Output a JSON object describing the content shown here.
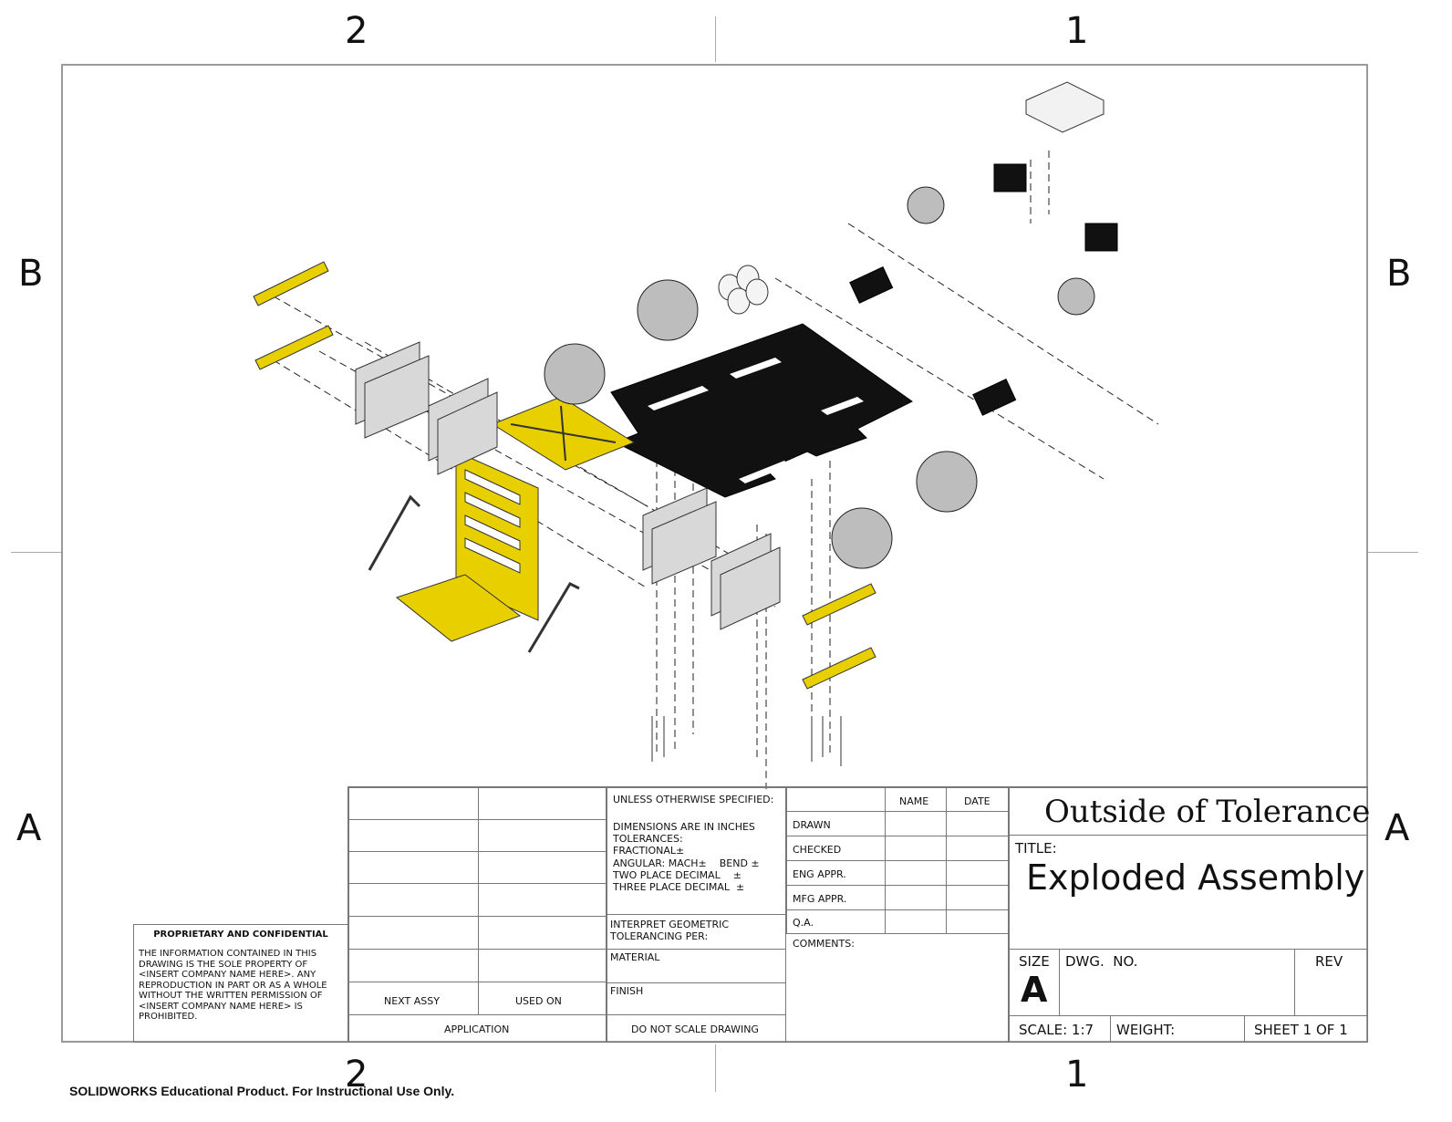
{
  "zones": {
    "top": [
      "2",
      "1"
    ],
    "bottom": [
      "2",
      "1"
    ],
    "left": [
      "B",
      "A"
    ],
    "right": [
      "B",
      "A"
    ]
  },
  "proprietary": {
    "title": "PROPRIETARY AND CONFIDENTIAL",
    "text": "THE INFORMATION CONTAINED IN THIS DRAWING IS THE SOLE PROPERTY OF <INSERT COMPANY NAME HERE>.  ANY REPRODUCTION IN PART OR AS A WHOLE WITHOUT THE WRITTEN PERMISSION OF <INSERT COMPANY NAME HERE> IS PROHIBITED."
  },
  "application": {
    "next_assy": "NEXT ASSY",
    "used_on": "USED ON",
    "label": "APPLICATION"
  },
  "specs": {
    "unless": "UNLESS OTHERWISE SPECIFIED:",
    "dimensions": "DIMENSIONS ARE IN INCHES",
    "tolerances": "TOLERANCES:",
    "fractional": "FRACTIONAL±",
    "angular": "ANGULAR: MACH±    BEND ±",
    "two_place": "TWO PLACE DECIMAL    ±",
    "three_place": "THREE PLACE DECIMAL  ±",
    "interpret": "INTERPRET GEOMETRIC TOLERANCING PER:",
    "material": "MATERIAL",
    "finish": "FINISH",
    "do_not_scale": "DO NOT SCALE DRAWING"
  },
  "signoff": {
    "name": "NAME",
    "date": "DATE",
    "rows": [
      "DRAWN",
      "CHECKED",
      "ENG APPR.",
      "MFG APPR.",
      "Q.A."
    ],
    "comments": "COMMENTS:"
  },
  "title_block": {
    "company": "Outside of Tolerance",
    "title_label": "TITLE:",
    "title": "Exploded Assembly",
    "size_label": "SIZE",
    "size": "A",
    "dwg_no": "DWG.  NO.",
    "rev": "REV",
    "scale": "SCALE: 1:7",
    "weight": "WEIGHT:",
    "sheet": "SHEET 1 OF 1"
  },
  "watermark": "SOLIDWORKS Educational Product. For Instructional Use Only.",
  "colors": {
    "yellow_part": "#e8d000",
    "black_part": "#111111",
    "grey_part": "#d0d0d0"
  }
}
